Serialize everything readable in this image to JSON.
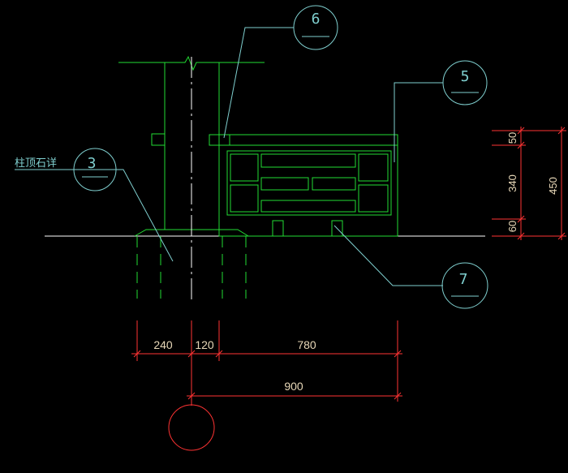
{
  "colors": {
    "background": "#000000",
    "structure": "#22dd33",
    "leader": "#7fcfcf",
    "dimension": "#ff3333",
    "dimension_text": "#e8d8b8",
    "ground": "#ffffff",
    "centerline": "#ffffff",
    "label_text": "#7fcfcf"
  },
  "callouts": {
    "c6": "6",
    "c5": "5",
    "c3": "3",
    "c7": "7"
  },
  "note_label": "柱顶石详",
  "dimensions": {
    "h1": "240",
    "h2": "120",
    "h3": "780",
    "h_total": "900",
    "v1": "50",
    "v2": "340",
    "v3": "60",
    "v_total": "450"
  },
  "icons": {
    "axis_bubble": "axis-grid-bubble-icon"
  }
}
